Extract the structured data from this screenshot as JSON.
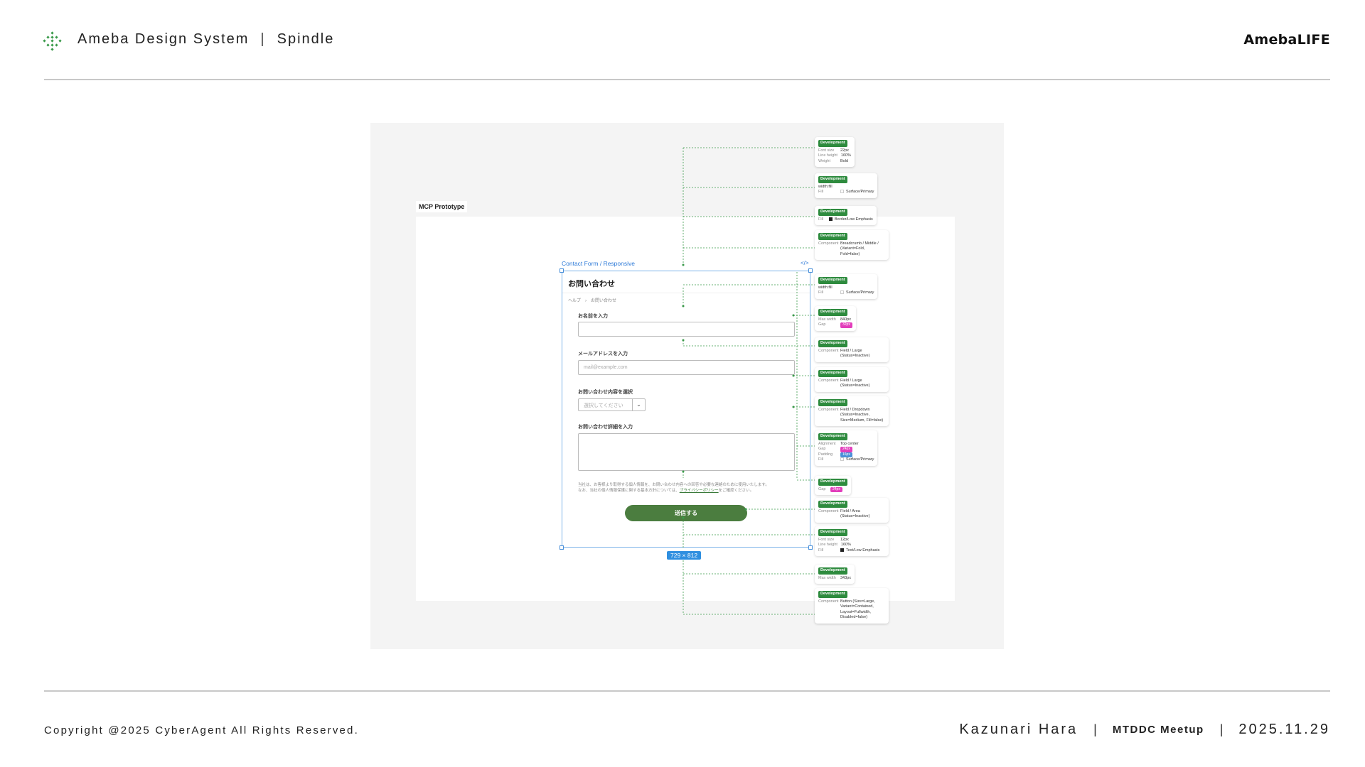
{
  "header": {
    "title_left": "Ameba Design System",
    "title_right": "Spindle",
    "brand": "AmebaLIFE"
  },
  "footer": {
    "copyright": "Copyright @2025 CyberAgent All Rights Reserved.",
    "author": "Kazunari Hara",
    "event": "MTDDC Meetup",
    "date": "2025.11.29"
  },
  "screenshot": {
    "frame_label": "MCP Prototype",
    "component_title": "Contact Form / Responsive",
    "code_icon": "</>",
    "size_badge": "729 × 812",
    "form": {
      "heading": "お問い合わせ",
      "breadcrumb": [
        "ヘルプ",
        "お問い合わせ"
      ],
      "name_label": "お名前を入力",
      "email_label": "メールアドレスを入力",
      "email_placeholder": "mail@example.com",
      "type_label": "お問い合わせ内容を選択",
      "type_placeholder": "選択してください",
      "detail_label": "お問い合わせ詳細を入力",
      "notice_line1": "当社は、お客様より取得する個人情報を、お問い合わせ内容への回答や必要な連絡のために使用いたします。",
      "notice_line2_pre": "なお、当社の個人情報保護に関する基本方針については、",
      "notice_link": "プライバシーポリシー",
      "notice_line2_post": "をご確認ください。",
      "submit": "送信する"
    },
    "cards": [
      {
        "tag": "Development",
        "rows": [
          [
            "Font size",
            "22px"
          ],
          [
            "Line height",
            "160%"
          ],
          [
            "Weight",
            "Bold"
          ]
        ]
      },
      {
        "tag": "Development",
        "rows": [
          [
            "width:fill",
            ""
          ],
          [
            "Fill",
            "Surface/Primary"
          ]
        ]
      },
      {
        "tag": "Development",
        "rows": [
          [
            "Fill",
            "Border/Low Emphasis"
          ]
        ]
      },
      {
        "tag": "Development",
        "rows": [
          [
            "Component",
            "Breadcrumb / Middle / (Variant=Fold, Fold=false)"
          ]
        ]
      },
      {
        "tag": "Development",
        "rows": [
          [
            "width:fill",
            ""
          ],
          [
            "Fill",
            "Surface/Primary"
          ]
        ]
      },
      {
        "tag": "Development",
        "rows": [
          [
            "Max width",
            "840px"
          ],
          [
            "Gap",
            "32px"
          ]
        ]
      },
      {
        "tag": "Development",
        "rows": [
          [
            "Component",
            "Field / Large (Status=Inactive)"
          ]
        ]
      },
      {
        "tag": "Development",
        "rows": [
          [
            "Component",
            "Field / Large (Status=Inactive)"
          ]
        ]
      },
      {
        "tag": "Development",
        "rows": [
          [
            "Component",
            "Field / Dropdown (Status=Inactive, Size=Medium, Fill=false)"
          ]
        ]
      },
      {
        "tag": "Development",
        "rows": [
          [
            "Alignment",
            "Top center"
          ],
          [
            "Gap",
            "24px"
          ],
          [
            "Padding",
            "16px"
          ],
          [
            "Fill",
            "Surface/Primary"
          ]
        ]
      },
      {
        "tag": "Development",
        "rows": [
          [
            "Gap",
            "24px"
          ]
        ]
      },
      {
        "tag": "Development",
        "rows": [
          [
            "Component",
            "Field / Area (Status=Inactive)"
          ]
        ]
      },
      {
        "tag": "Development",
        "rows": [
          [
            "Font size",
            "12px"
          ],
          [
            "Line height",
            "160%"
          ],
          [
            "Fill",
            "Text/Low Emphasis"
          ]
        ]
      },
      {
        "tag": "Development",
        "rows": [
          [
            "Max width",
            "343px"
          ]
        ]
      },
      {
        "tag": "Development",
        "rows": [
          [
            "Component",
            "Button (Size=Large, Variant=Contained, Layout=Fullwidth, Disabled=false)"
          ]
        ]
      }
    ]
  },
  "colors": {
    "accent_green": "#2e8b3e",
    "button_green": "#4b7d3f",
    "selection_blue": "#2f8fe0",
    "token_pink": "#e23dbb"
  }
}
